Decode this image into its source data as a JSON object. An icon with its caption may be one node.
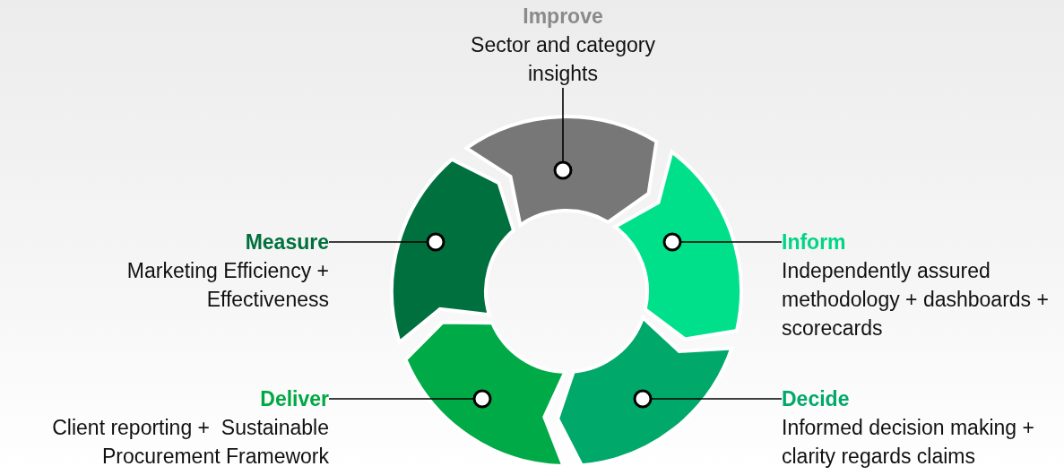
{
  "diagram": {
    "nodes": [
      {
        "text": [
          "Improve",
          "Sector and category insights"
        ]
      },
      {
        "text": [],
        "shape": "arrow"
      },
      {
        "text": [
          "Measure",
          "Marketing Efficiency + Effectiveness"
        ]
      },
      {
        "text": [],
        "shape": "arrow"
      },
      {
        "text": [
          "Inform",
          "Independently assured methodology + dashboards + scorecards"
        ]
      },
      {
        "text": [],
        "shape": "arrow"
      },
      {
        "text": [
          "Deliver",
          "Client reporting +  Sustainable Procurement Framework"
        ]
      },
      {
        "text": [],
        "shape": "arrow"
      },
      {
        "text": [
          "Decide",
          "Informed decision making + clarity regards claims"
        ]
      },
      {
        "text": [],
        "shape": "arrow"
      }
    ],
    "edges": [
      {
        "from": 0,
        "to": 1,
        "arrow": "other"
      },
      {
        "from": 2,
        "to": 3,
        "arrow": "other"
      },
      {
        "from": 4,
        "to": 5,
        "arrow": "other"
      },
      {
        "from": 6,
        "to": 7,
        "arrow": "other"
      },
      {
        "from": 8,
        "to": 9,
        "arrow": "other"
      }
    ]
  }
}
